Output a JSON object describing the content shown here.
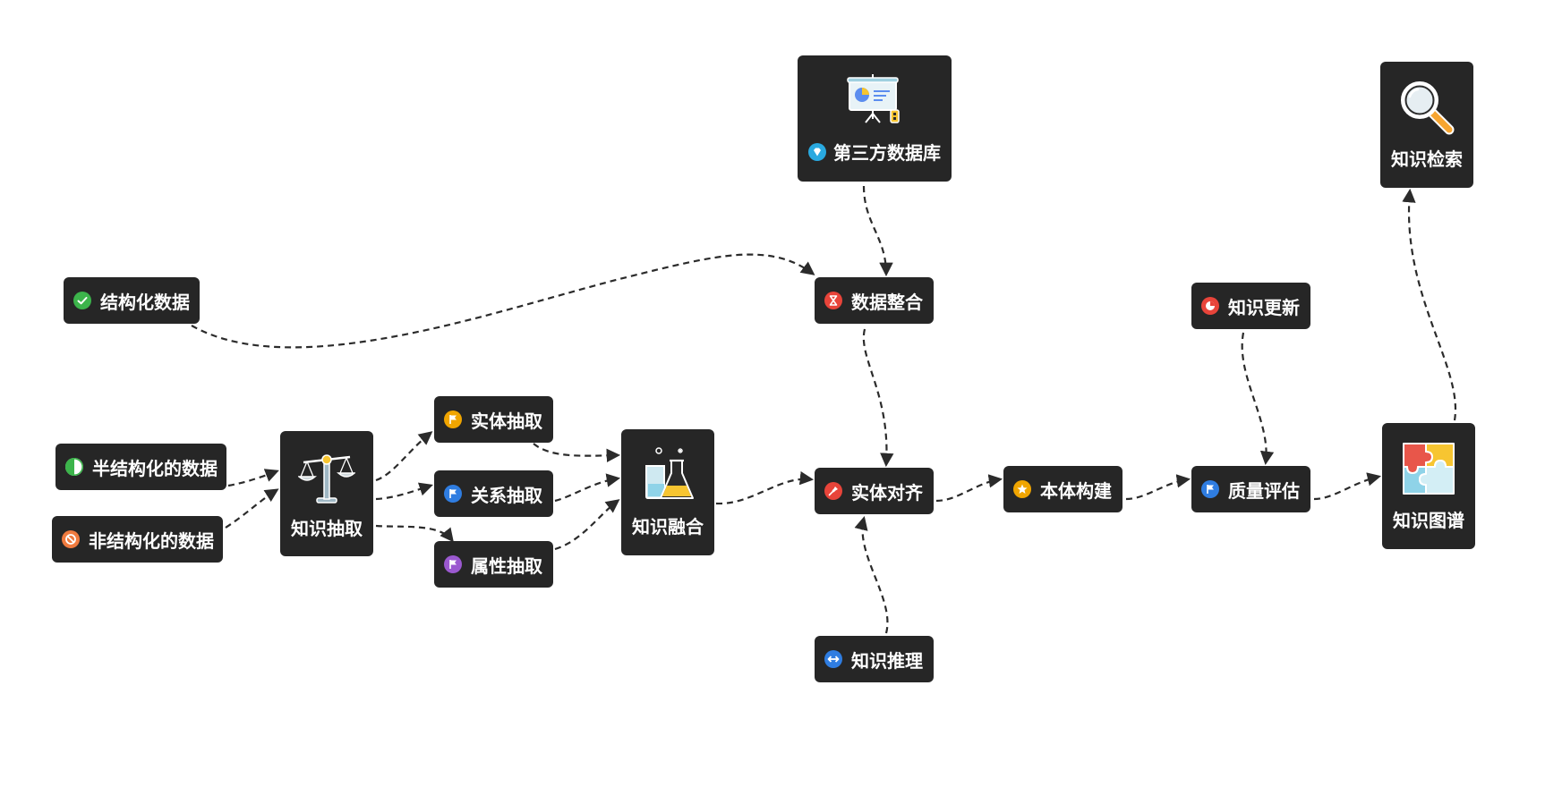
{
  "nodes": {
    "structured": {
      "label": "结构化数据",
      "icon": "check-circle-icon",
      "color": "#3cb44b"
    },
    "semi": {
      "label": "半结构化的数据",
      "icon": "half-circle-icon",
      "color": "#3cb44b"
    },
    "unstructured": {
      "label": "非结构化的数据",
      "icon": "no-entry-icon",
      "color": "#f07b3f"
    },
    "extract": {
      "label": "知识抽取",
      "icon": "balance-scale-icon"
    },
    "entity_extract": {
      "label": "实体抽取",
      "icon": "flag-icon",
      "color": "#f0a500"
    },
    "relation_extract": {
      "label": "关系抽取",
      "icon": "flag-icon",
      "color": "#2f7de1"
    },
    "attribute_extract": {
      "label": "属性抽取",
      "icon": "flag-icon",
      "color": "#9b59d0"
    },
    "fusion": {
      "label": "知识融合",
      "icon": "lab-flask-icon"
    },
    "third_party": {
      "label": "第三方数据库",
      "icon": "presentation-board-icon",
      "badge_icon": "diamond-icon",
      "color": "#29a9e0"
    },
    "integration": {
      "label": "数据整合",
      "icon": "hourglass-icon",
      "color": "#e8443a"
    },
    "alignment": {
      "label": "实体对齐",
      "icon": "pin-icon",
      "color": "#e8443a"
    },
    "reasoning": {
      "label": "知识推理",
      "icon": "double-arrow-icon",
      "color": "#2f7de1"
    },
    "ontology": {
      "label": "本体构建",
      "icon": "star-icon",
      "color": "#f0a500"
    },
    "quality": {
      "label": "质量评估",
      "icon": "flag-icon",
      "color": "#2f7de1"
    },
    "update": {
      "label": "知识更新",
      "icon": "pie-chart-icon",
      "color": "#e8443a"
    },
    "graph": {
      "label": "知识图谱",
      "icon": "puzzle-icon"
    },
    "search": {
      "label": "知识检索",
      "icon": "magnifier-icon"
    }
  },
  "edges": [
    [
      "structured",
      "integration"
    ],
    [
      "semi",
      "extract"
    ],
    [
      "unstructured",
      "extract"
    ],
    [
      "extract",
      "entity_extract"
    ],
    [
      "extract",
      "relation_extract"
    ],
    [
      "extract",
      "attribute_extract"
    ],
    [
      "entity_extract",
      "fusion"
    ],
    [
      "relation_extract",
      "fusion"
    ],
    [
      "attribute_extract",
      "fusion"
    ],
    [
      "third_party",
      "integration"
    ],
    [
      "integration",
      "alignment"
    ],
    [
      "fusion",
      "alignment"
    ],
    [
      "reasoning",
      "alignment"
    ],
    [
      "alignment",
      "ontology"
    ],
    [
      "ontology",
      "quality"
    ],
    [
      "update",
      "quality"
    ],
    [
      "quality",
      "graph"
    ],
    [
      "graph",
      "search"
    ]
  ],
  "colors": {
    "node_bg": "#262626",
    "edge": "#2b2b2b",
    "text": "#ffffff"
  }
}
